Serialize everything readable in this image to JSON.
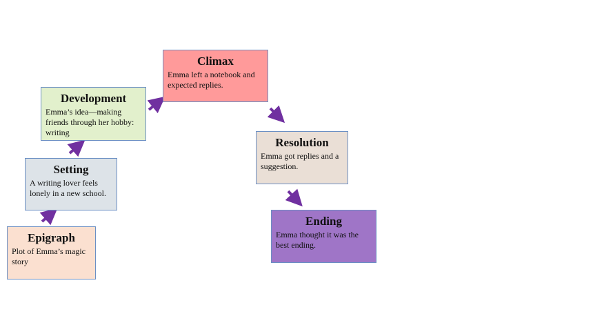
{
  "colors": {
    "arrow": "#7030a0",
    "border": "#6b8fc4",
    "epigraph_fill": "#fbe0d0",
    "setting_fill": "#dde3e8",
    "development_fill": "#e2f0cc",
    "climax_fill": "#ff9a9a",
    "resolution_fill": "#eadfd6",
    "ending_fill": "#9f75c7"
  },
  "stages": {
    "epigraph": {
      "title": "Epigraph",
      "text": "Plot of Emma’s magic story"
    },
    "setting": {
      "title": "Setting",
      "text": "A writing lover feels lonely in a new school."
    },
    "development": {
      "title": "Development",
      "text": "Emma’s idea—making friends through her hobby: writing"
    },
    "climax": {
      "title": "Climax",
      "text": "Emma left a notebook and expected replies."
    },
    "resolution": {
      "title": "Resolution",
      "text": "Emma got replies and a suggestion."
    },
    "ending": {
      "title": "Ending",
      "text": "Emma thought it was the best ending."
    }
  },
  "connections": [
    [
      "epigraph",
      "setting"
    ],
    [
      "setting",
      "development"
    ],
    [
      "development",
      "climax"
    ],
    [
      "climax",
      "resolution"
    ],
    [
      "resolution",
      "ending"
    ]
  ]
}
